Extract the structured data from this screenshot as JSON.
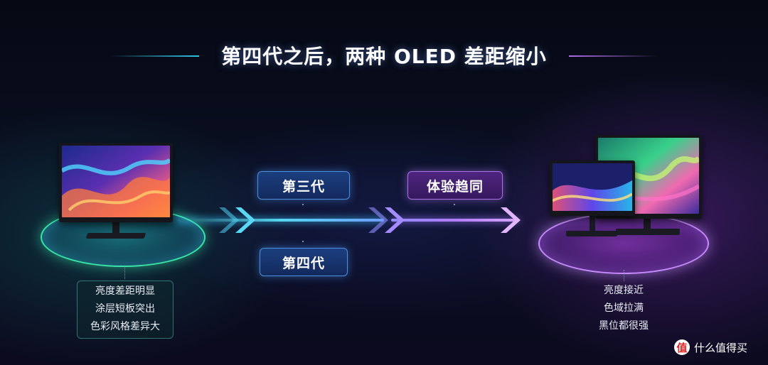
{
  "title": "第四代之后，两种 OLED 差距缩小",
  "stages": {
    "gen3_label": "第三代",
    "gen4_label": "第四代",
    "converge_label": "体验趋同"
  },
  "left_caption": {
    "lines": [
      "亮度差距明显",
      "涂层短板突出",
      "色彩风格差异大"
    ]
  },
  "right_caption": {
    "lines": [
      "亮度接近",
      "色域拉满",
      "黑位都很强"
    ]
  },
  "watermark": {
    "text": "什么值得买",
    "icon_char": "值",
    "icon": "zhide-logo-icon"
  },
  "colors": {
    "left_accent": "#38e6a8",
    "right_accent": "#c98cff",
    "flow_blue": "#56d7f0",
    "flow_purple": "#b27cff"
  }
}
